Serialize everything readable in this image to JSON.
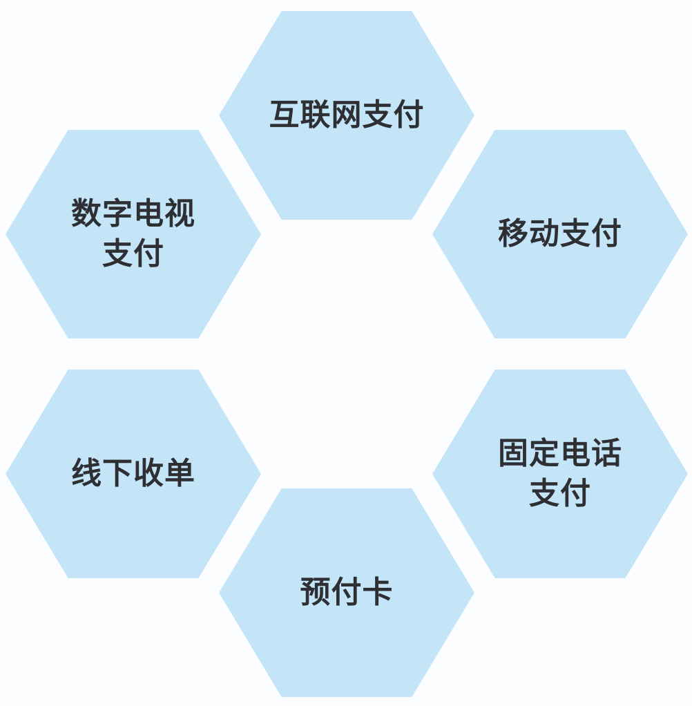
{
  "diagram": {
    "type": "hexagon-ring",
    "fill_color": "#c4e4f8",
    "text_color": "#2e2f33",
    "background": "#fbfdff",
    "nodes": [
      {
        "id": "internet",
        "lines": [
          "互联网支付"
        ]
      },
      {
        "id": "mobile",
        "lines": [
          "移动支付"
        ]
      },
      {
        "id": "landline",
        "lines": [
          "固定电话",
          "支付"
        ]
      },
      {
        "id": "prepaid",
        "lines": [
          "预付卡"
        ]
      },
      {
        "id": "offline",
        "lines": [
          "线下收单"
        ]
      },
      {
        "id": "digital-tv",
        "lines": [
          "数字电视",
          "支付"
        ]
      }
    ]
  }
}
